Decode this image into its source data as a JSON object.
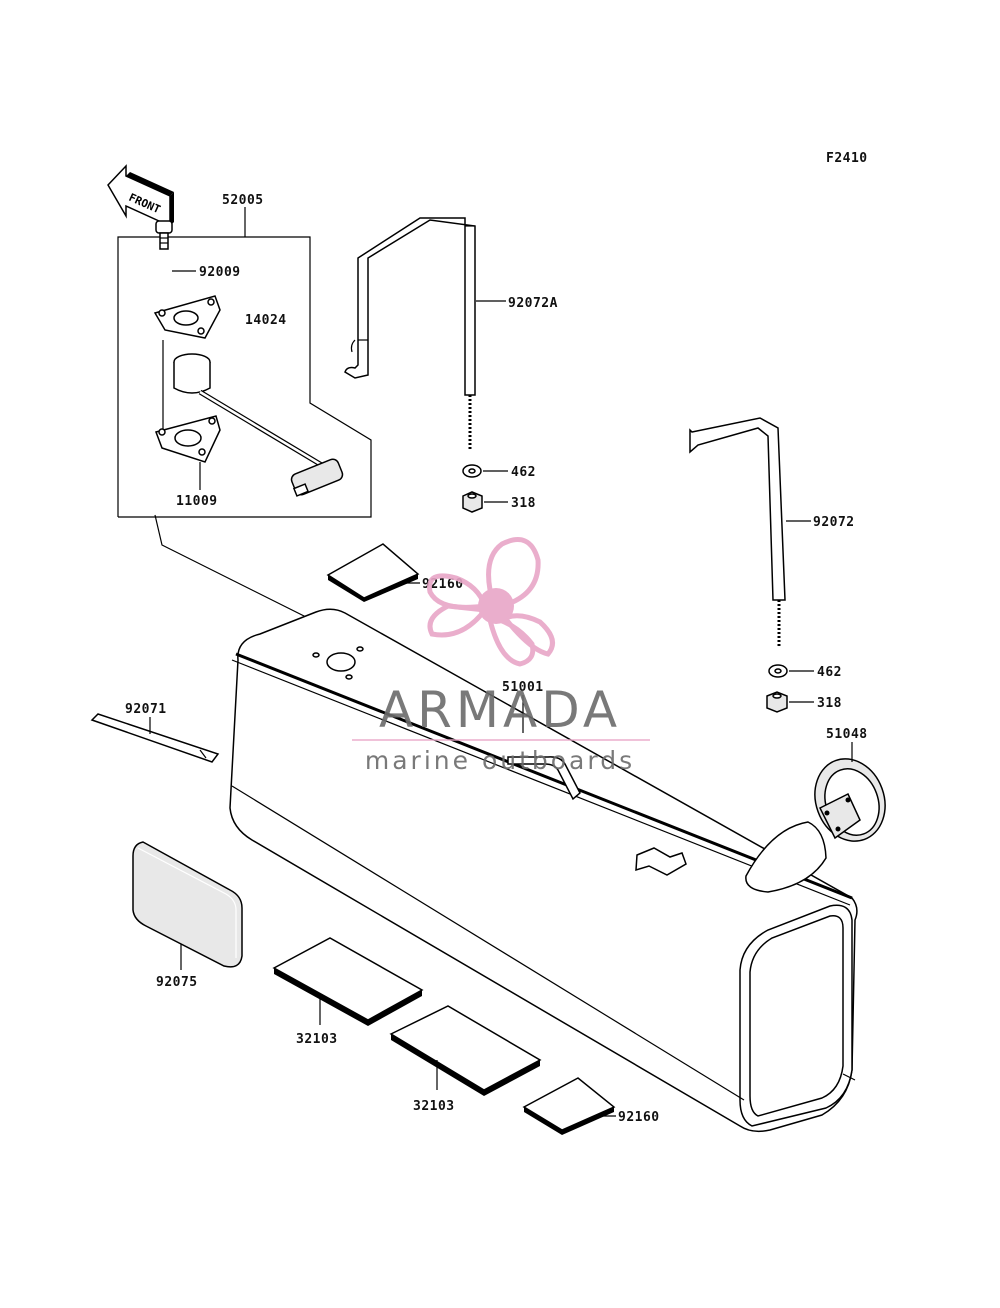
{
  "figure_code": "F2410",
  "front_arrow_text": "FRONT",
  "parts": {
    "p52005": "52005",
    "p92009": "92009",
    "p14024": "14024",
    "p11009": "11009",
    "p92072A": "92072A",
    "p462_a": "462",
    "p318_a": "318",
    "p92072": "92072",
    "p462_b": "462",
    "p318_b": "318",
    "p92160_a": "92160",
    "p51001": "51001",
    "p92071": "92071",
    "p51048": "51048",
    "p92075": "92075",
    "p32103_a": "32103",
    "p32103_b": "32103",
    "p92160_b": "92160"
  },
  "watermark": {
    "title": "ARMADA",
    "subtitle": "marine outboards",
    "colors": {
      "text": "#6b6b6b",
      "logo": "#e8a6c7",
      "logo_dark": "#d98bb3"
    }
  }
}
